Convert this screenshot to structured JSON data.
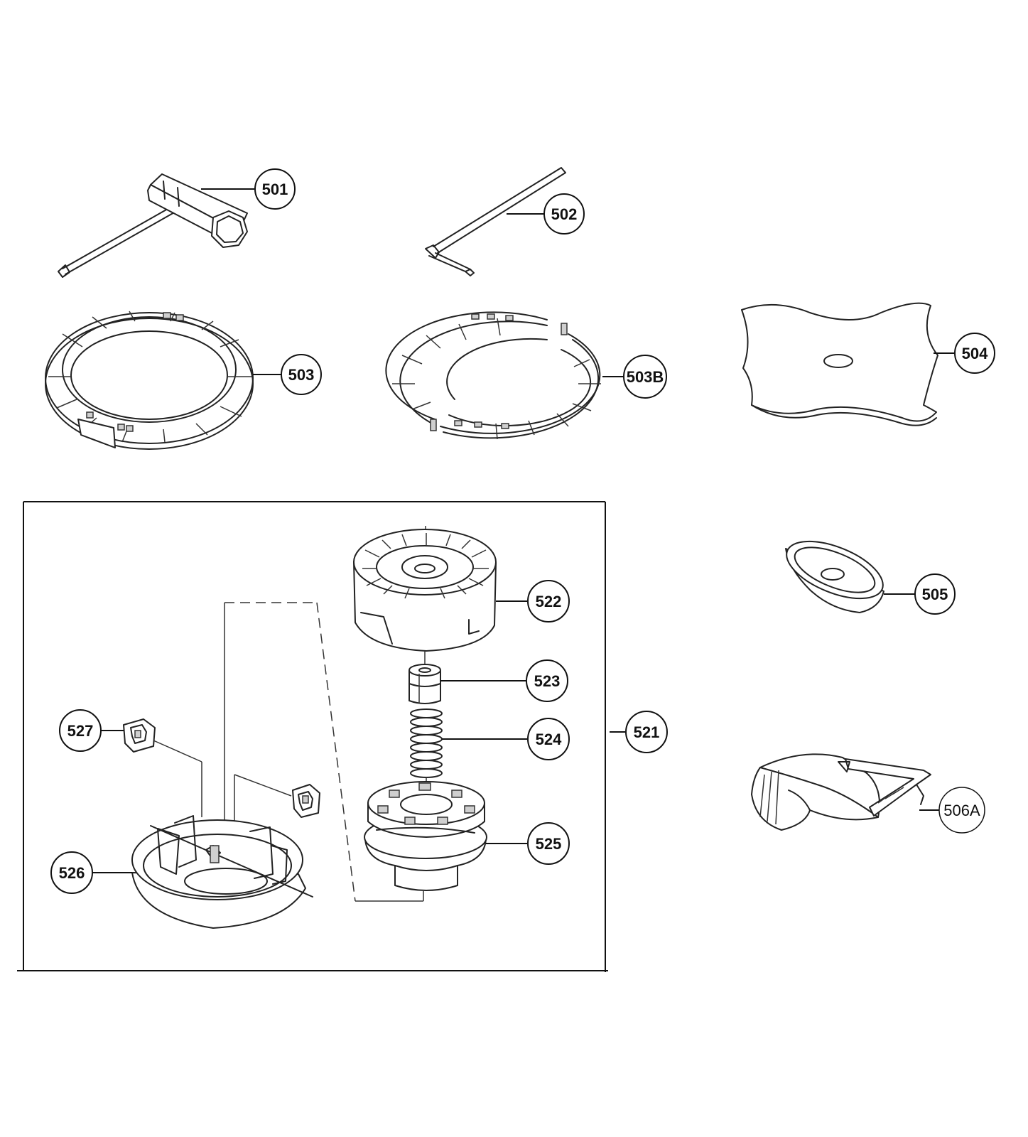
{
  "callouts": {
    "c501": "501",
    "c502": "502",
    "c503": "503",
    "c503b": "503B",
    "c504": "504",
    "c505": "505",
    "c506a": "506A",
    "c521": "521",
    "c522": "522",
    "c523": "523",
    "c524": "524",
    "c525": "525",
    "c526": "526",
    "c527": "527"
  },
  "colors": {
    "line": "#222222",
    "background": "#ffffff",
    "shade": "#cfcfcf"
  }
}
